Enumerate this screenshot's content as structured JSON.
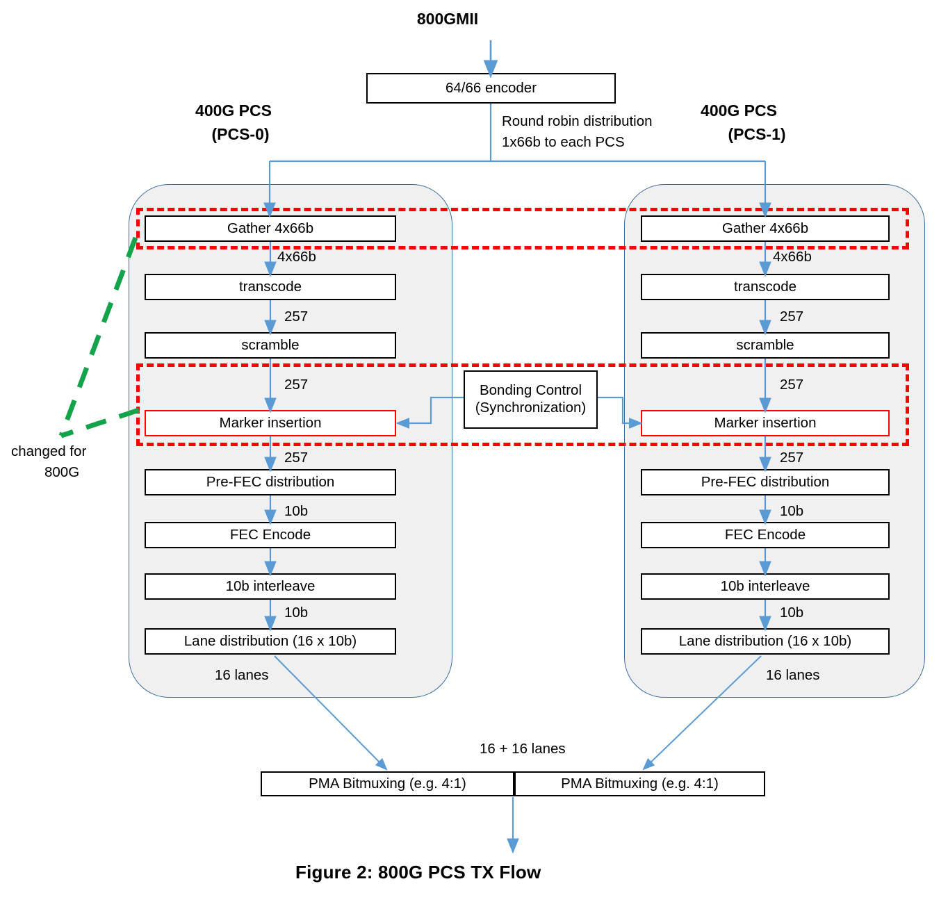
{
  "figure": {
    "caption": "Figure 2: 800G PCS TX Flow",
    "top_title": "800GMII",
    "encoder_label": "64/66 encoder",
    "distribution_note_line1": "Round robin distribution",
    "distribution_note_line2": "1x66b to each PCS",
    "changed_note_line1": "changed for",
    "changed_note_line2": "800G",
    "bonding_line1": "Bonding Control",
    "bonding_line2": "(Synchronization)",
    "lanes_note": "16 + 16 lanes"
  },
  "colors": {
    "highlight_red": "#ff0000",
    "change_green": "#13a34a",
    "arrow_blue": "#5b9bd5",
    "container_border": "#3d6d9e",
    "container_fill": "#f0f0f0",
    "box_border": "#000000"
  },
  "pcs": [
    {
      "title_line1": "400G PCS",
      "title_line2": "(PCS-0)",
      "footer": "16 lanes",
      "stages": [
        {
          "label": "Gather 4x66b",
          "edge_label": "4x66b"
        },
        {
          "label": "transcode",
          "edge_label": "257"
        },
        {
          "label": "scramble",
          "edge_label": "257"
        },
        {
          "label": "Marker insertion",
          "edge_label": "257"
        },
        {
          "label": "Pre-FEC distribution",
          "edge_label": "10b"
        },
        {
          "label": "FEC Encode",
          "edge_label": ""
        },
        {
          "label": "10b interleave",
          "edge_label": "10b"
        },
        {
          "label": "Lane distribution  (16 x 10b)",
          "edge_label": ""
        }
      ]
    },
    {
      "title_line1": "400G PCS",
      "title_line2": "(PCS-1)",
      "footer": "16 lanes",
      "stages": [
        {
          "label": "Gather 4x66b",
          "edge_label": "4x66b"
        },
        {
          "label": "transcode",
          "edge_label": "257"
        },
        {
          "label": "scramble",
          "edge_label": "257"
        },
        {
          "label": "Marker insertion",
          "edge_label": "257"
        },
        {
          "label": "Pre-FEC distribution",
          "edge_label": "10b"
        },
        {
          "label": "FEC Encode",
          "edge_label": ""
        },
        {
          "label": "10b interleave",
          "edge_label": "10b"
        },
        {
          "label": "Lane distribution  (16 x 10b)",
          "edge_label": ""
        }
      ]
    }
  ],
  "pma": {
    "left_label": "PMA Bitmuxing  (e.g. 4:1)",
    "right_label": "PMA Bitmuxing  (e.g. 4:1)"
  }
}
